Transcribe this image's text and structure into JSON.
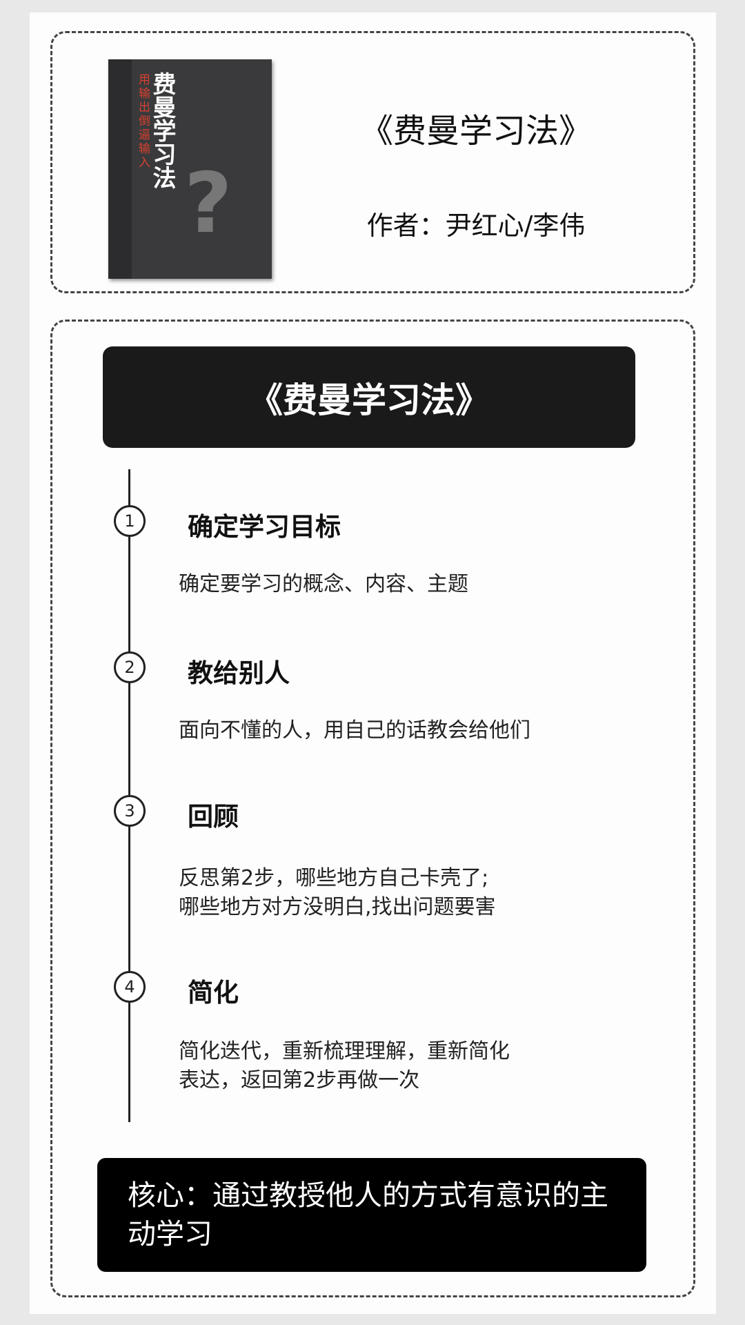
{
  "book": {
    "cover_title": "费曼学习法",
    "cover_subtitle": "用输出倒逼输入",
    "title": "《费曼学习法》",
    "author": "作者：尹红心/李伟"
  },
  "header": {
    "title": "《费曼学习法》"
  },
  "steps": [
    {
      "num": "1",
      "title": "确定学习目标",
      "desc": "确定要学习的概念、内容、主题"
    },
    {
      "num": "2",
      "title": "教给别人",
      "desc": "面向不懂的人，用自己的话教会给他们"
    },
    {
      "num": "3",
      "title": "回顾",
      "desc": "反思第2步，哪些地方自己卡壳了;\n哪些地方对方没明白,找出问题要害"
    },
    {
      "num": "4",
      "title": "简化",
      "desc": "简化迭代，重新梳理理解，重新简化\n表达，返回第2步再做一次"
    }
  ],
  "core": "核心：通过教授他人的方式有意识的主动学习"
}
